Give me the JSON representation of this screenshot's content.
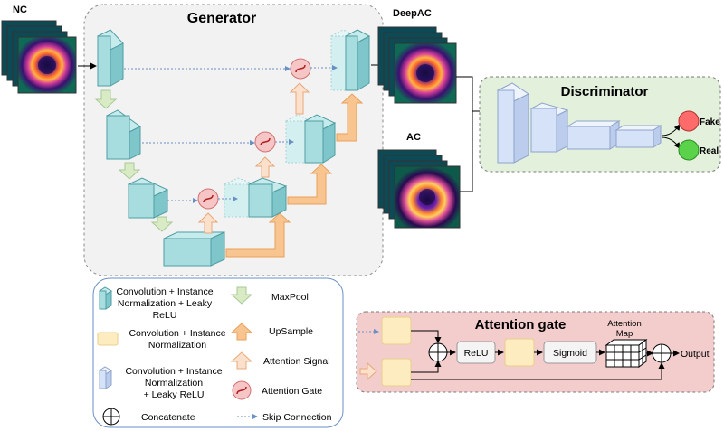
{
  "labels": {
    "nc": "NC",
    "deepac": "DeepAC",
    "ac": "AC",
    "generator": "Generator",
    "discriminator": "Discriminator",
    "fake": "Fake",
    "real": "Real",
    "attention_gate": "Attention gate",
    "relu": "ReLU",
    "sigmoid": "Sigmoid",
    "attention_map_line1": "Attention",
    "attention_map_line2": "Map",
    "output": "Output"
  },
  "legend": {
    "conv_inorm_lrelu_teal": [
      "Convolution + Instance",
      "Normalization + Leaky",
      "ReLU"
    ],
    "conv_inorm": [
      "Convolution  + Instance",
      "Normalization"
    ],
    "conv_inorm_lrelu_blue": [
      "Convolution + Instance",
      "Normalization",
      "+ Leaky ReLU"
    ],
    "concatenate": "Concatenate",
    "maxpool": "MaxPool",
    "upsample": "UpSample",
    "attention_signal": "Attention Signal",
    "attention_gate": "Attention Gate",
    "skip_connection": "Skip Connection"
  },
  "colors": {
    "teal_block": "#a8dde0",
    "teal_block_dark": "#7ec6ca",
    "light_teal_block": "#d4eff0",
    "blue_block": "#d6e2f7",
    "yellow_block": "#fdecc0",
    "maxpool_arrow": "#d8ebc5",
    "upsample_arrow": "#f8c590",
    "attention_signal_arrow": "#fbe0cc",
    "attention_gate_circle": "#f6c6c6",
    "generator_bg": "#f2f2f2",
    "discriminator_bg": "#e3f0dc",
    "attention_gate_bg": "#f3cccc",
    "fake_circle": "#ff6b6b",
    "real_circle": "#5ad24a",
    "skip_connection": "#6a8fc4"
  },
  "icons": [
    "concatenate-icon",
    "attention-gate-icon",
    "maxpool-arrow-icon",
    "upsample-arrow-icon",
    "attention-signal-arrow-icon",
    "skip-connection-icon",
    "cardiac-scan-image",
    "attention-map-grid-icon"
  ]
}
